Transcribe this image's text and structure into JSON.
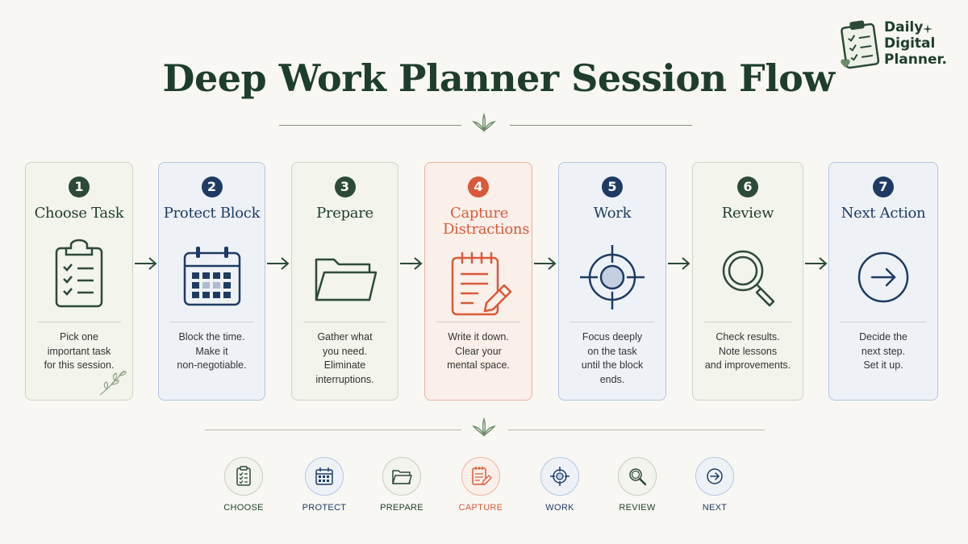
{
  "header": {
    "title": "Deep Work Planner Session Flow",
    "logo_lines": [
      "Daily",
      "Digital",
      "Planner."
    ]
  },
  "colors": {
    "green": "#2c4a36",
    "navy": "#1f3b63",
    "orange": "#d9593a"
  },
  "steps": [
    {
      "number": "1",
      "title": "Choose Task",
      "icon": "clipboard-checklist-icon",
      "theme": "green",
      "desc": [
        "Pick one",
        "important task",
        "for this session."
      ],
      "short": "CHOOSE"
    },
    {
      "number": "2",
      "title": "Protect Block",
      "icon": "calendar-icon",
      "theme": "navy",
      "desc": [
        "Block the time.",
        "Make it",
        "non-negotiable."
      ],
      "short": "PROTECT"
    },
    {
      "number": "3",
      "title": "Prepare",
      "icon": "folder-icon",
      "theme": "green",
      "desc": [
        "Gather what",
        "you need.",
        "Eliminate",
        "interruptions."
      ],
      "short": "PREPARE"
    },
    {
      "number": "4",
      "title": "Capture Distractions",
      "icon": "notepad-pencil-icon",
      "theme": "orange",
      "desc": [
        "Write it down.",
        "Clear your",
        "mental space."
      ],
      "short": "CAPTURE"
    },
    {
      "number": "5",
      "title": "Work",
      "icon": "target-icon",
      "theme": "navy",
      "desc": [
        "Focus deeply",
        "on the task",
        "until the block",
        "ends."
      ],
      "short": "WORK"
    },
    {
      "number": "6",
      "title": "Review",
      "icon": "magnifier-icon",
      "theme": "green",
      "desc": [
        "Check results.",
        "Note lessons",
        "and improvements."
      ],
      "short": "REVIEW"
    },
    {
      "number": "7",
      "title": "Next Action",
      "icon": "arrow-circle-icon",
      "theme": "navy",
      "desc": [
        "Decide the",
        "next step.",
        "Set it up."
      ],
      "short": "NEXT"
    }
  ]
}
